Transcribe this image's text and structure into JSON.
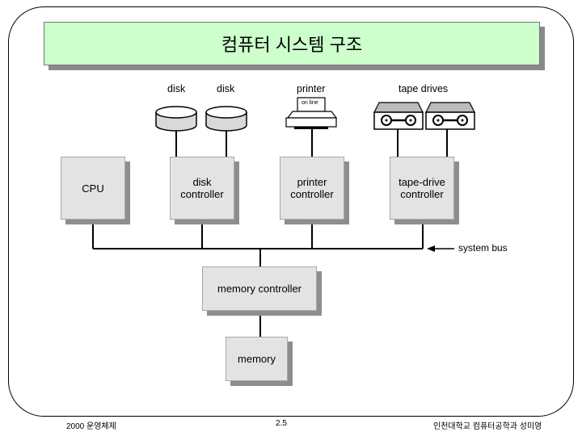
{
  "title": "컴퓨터 시스템 구조",
  "devices": {
    "disk1": "disk",
    "disk2": "disk",
    "printer": "printer",
    "printer_panel": "on line",
    "tape": "tape drives"
  },
  "components": {
    "cpu": "CPU",
    "disk_controller": "disk\ncontroller",
    "printer_controller": "printer\ncontroller",
    "tape_controller": "tape-drive\ncontroller",
    "memory_controller": "memory controller",
    "memory": "memory"
  },
  "bus_label": "system bus",
  "footer": {
    "left": "2000 운영체제",
    "center": "2.5",
    "right": "인천대학교 컴퓨터공학과 성미영"
  },
  "colors": {
    "title_bg": "#ccffcc",
    "box_fill": "#e3e3e3",
    "shadow": "#8e8e8e"
  }
}
